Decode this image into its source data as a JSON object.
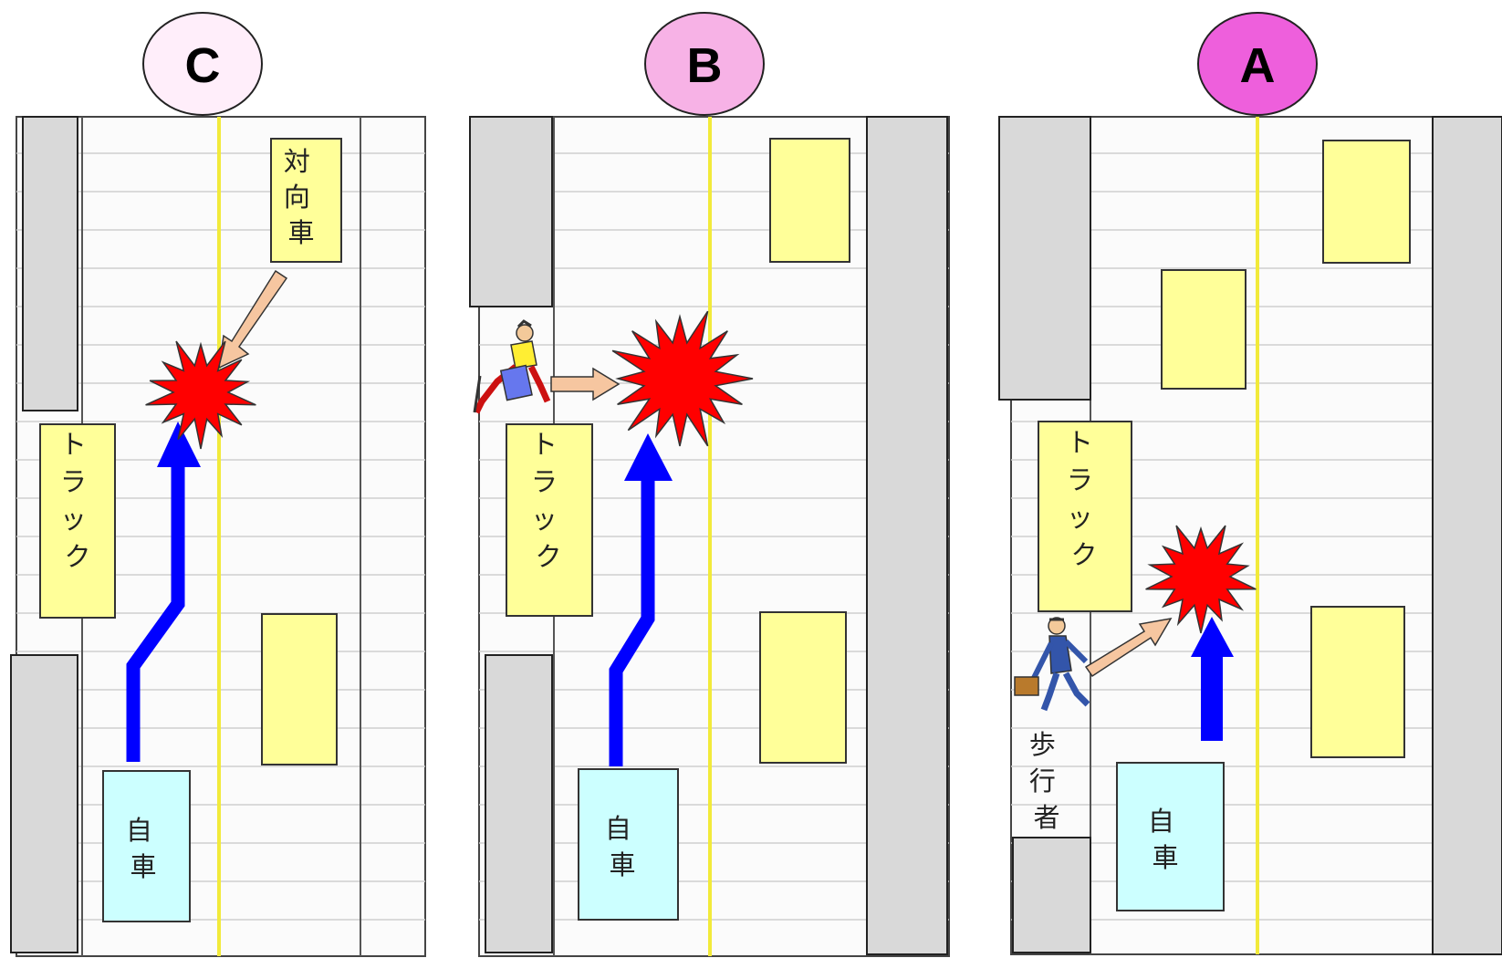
{
  "colors": {
    "road": "#fbfbfb",
    "lane_line": "#cfcfcf",
    "center_line": "#f2ea3a",
    "building": "#d9d9d9",
    "vehicle": "#ffff99",
    "own_car": "#ccffff",
    "path_arrow": "#0000ff",
    "hazard_arrow": "#f6c6a0",
    "collision": "#ff0000"
  },
  "panels": [
    {
      "id": "C",
      "badge": {
        "label": "C",
        "color": "#ffeefa"
      },
      "own_car_label": [
        "自",
        "車"
      ],
      "truck_label": [
        "ト",
        "ラ",
        "ッ",
        "ク"
      ],
      "oncoming_label": [
        "対",
        "向",
        "車"
      ]
    },
    {
      "id": "B",
      "badge": {
        "label": "B",
        "color": "#f7b2e6"
      },
      "own_car_label": [
        "自",
        "車"
      ],
      "truck_label": [
        "ト",
        "ラ",
        "ッ",
        "ク"
      ],
      "hazard": "running-person-icon"
    },
    {
      "id": "A",
      "badge": {
        "label": "A",
        "color": "#ee5fdc"
      },
      "own_car_label": [
        "自",
        "車"
      ],
      "truck_label": [
        "ト",
        "ラ",
        "ッ",
        "ク"
      ],
      "pedestrian_label": [
        "歩",
        "行",
        "者"
      ],
      "hazard": "walking-businessman-icon"
    }
  ]
}
